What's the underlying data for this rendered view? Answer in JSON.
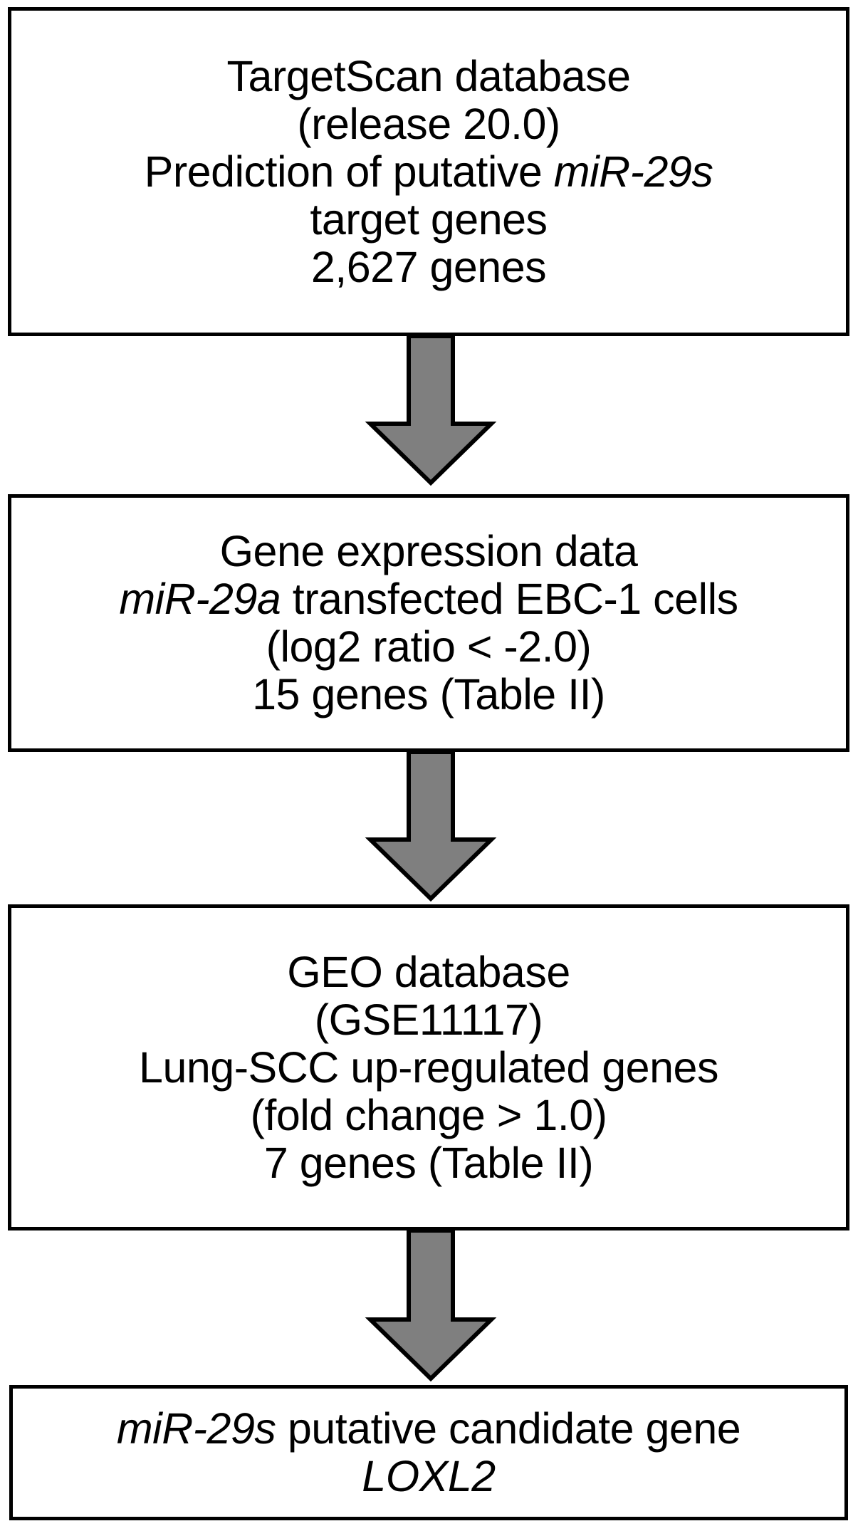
{
  "figure": {
    "type": "flowchart",
    "title": "miR-29s putative target gene selection flowchart",
    "colors": {
      "box_border": "#000000",
      "box_fill": "#ffffff",
      "arrow_fill": "#7f7f7f",
      "arrow_stroke": "#000000",
      "text": "#000000"
    }
  },
  "nodes": [
    {
      "id": "targetscan",
      "lines": [
        {
          "text": "TargetScan database",
          "italic": false
        },
        {
          "text": "(release 20.0)",
          "italic": false
        },
        {
          "text": "Prediction of  putative ",
          "italic": false,
          "suffix": "miR-29s",
          "suffix_italic": true
        },
        {
          "text": "target genes",
          "italic": false
        },
        {
          "text": "2,627 genes",
          "italic": false
        }
      ]
    },
    {
      "id": "gene-expression",
      "lines": [
        {
          "text": "Gene expression data",
          "italic": false
        },
        {
          "text": "miR-29a",
          "italic": true,
          "suffix": " transfected EBC-1 cells",
          "suffix_italic": false
        },
        {
          "text": "(log2 ratio < -2.0)",
          "italic": false
        },
        {
          "text": "15 genes (Table II)",
          "italic": false
        }
      ]
    },
    {
      "id": "geo-database",
      "lines": [
        {
          "text": "GEO database",
          "italic": false
        },
        {
          "text": "(GSE11117)",
          "italic": false
        },
        {
          "text": "Lung-SCC up-regulated genes",
          "italic": false
        },
        {
          "text": "(fold change > 1.0)",
          "italic": false
        },
        {
          "text": "7 genes (Table II)",
          "italic": false
        }
      ]
    },
    {
      "id": "candidate-gene",
      "lines": [
        {
          "text": "miR-29s",
          "italic": true,
          "suffix": " putative candidate gene",
          "suffix_italic": false
        },
        {
          "text": "LOXL2",
          "italic": true
        }
      ]
    }
  ],
  "arrows": [
    {
      "id": "arrow-targetscan-to-expression",
      "direction": "down"
    },
    {
      "id": "arrow-expression-to-geo",
      "direction": "down"
    },
    {
      "id": "arrow-geo-to-candidate",
      "direction": "down"
    }
  ],
  "box1": {
    "line1": "TargetScan database",
    "line2": "(release 20.0)",
    "line3_a": "Prediction of  putative ",
    "line3_b": "miR-29s",
    "line4": "target genes",
    "line5": "2,627 genes"
  },
  "box2": {
    "line1": "Gene expression data",
    "line2_a": "miR-29a",
    "line2_b": " transfected EBC-1 cells",
    "line3": "(log2 ratio < -2.0)",
    "line4": "15 genes (Table II)"
  },
  "box3": {
    "line1": "GEO database",
    "line2": "(GSE11117)",
    "line3": "Lung-SCC up-regulated genes",
    "line4": "(fold change > 1.0)",
    "line5": "7 genes (Table II)"
  },
  "box4": {
    "line1_a": "miR-29s",
    "line1_b": " putative candidate gene",
    "line2": "LOXL2"
  }
}
